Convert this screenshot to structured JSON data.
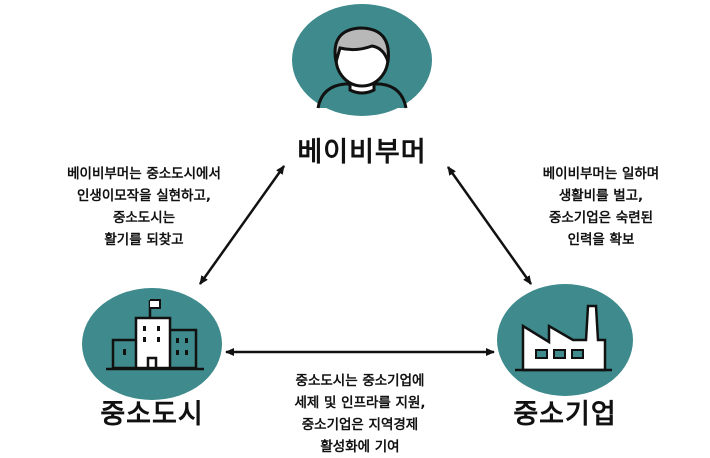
{
  "colors": {
    "teal": "#3e8a8c",
    "arrow": "#111111"
  },
  "nodes": {
    "boomer": {
      "label": "베이비부머",
      "icon": "person-icon"
    },
    "city": {
      "label": "중소도시",
      "icon": "city-buildings-icon"
    },
    "company": {
      "label": "중소기업",
      "icon": "factory-icon"
    }
  },
  "edges": {
    "boomer_city": {
      "lines": [
        "베이비부머는 중소도시에서",
        "인생이모작을 실현하고,",
        "중소도시는",
        "활기를 되찾고"
      ]
    },
    "boomer_company": {
      "lines": [
        "베이비부머는 일하며",
        "생활비를 벌고,",
        "중소기업은 숙련된",
        "인력을 확보"
      ]
    },
    "city_company": {
      "lines": [
        "중소도시는 중소기업에",
        "세제 및 인프라를 지원,",
        "중소기업은 지역경제",
        "활성화에 기여"
      ]
    }
  }
}
